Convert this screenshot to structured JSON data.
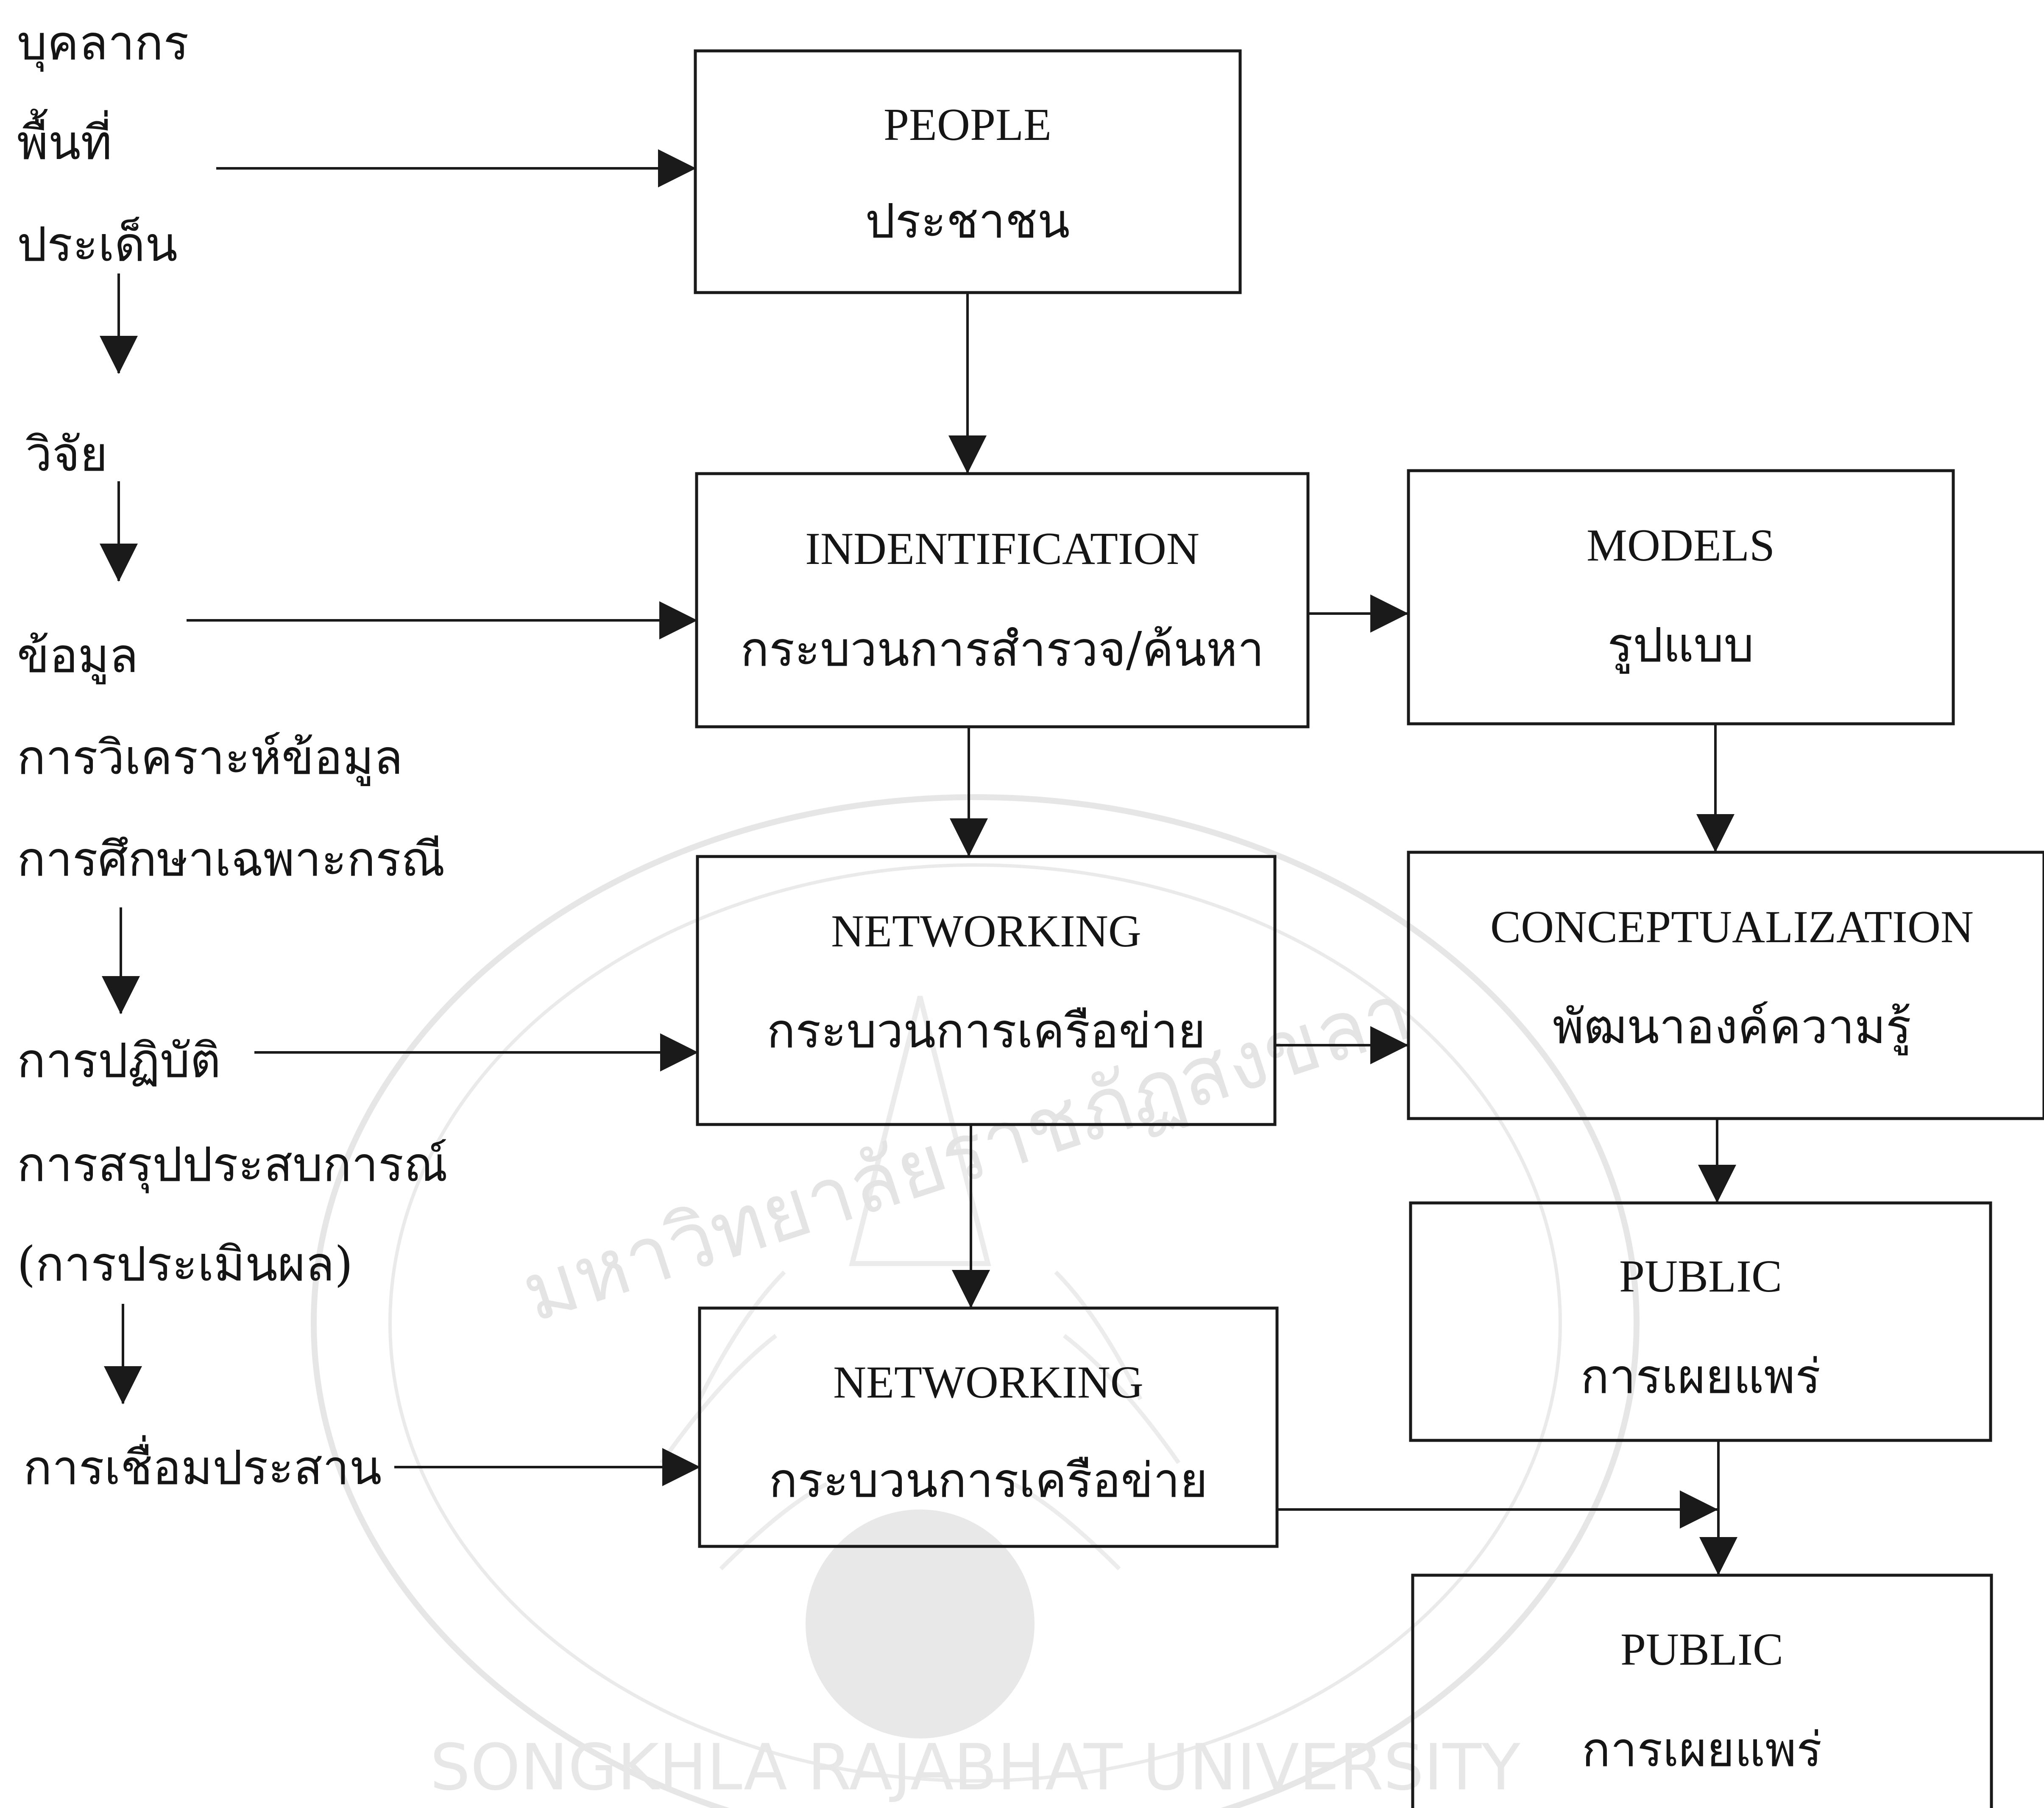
{
  "left_column": [
    "บุคลากร",
    "พื้นที่",
    "ประเด็น",
    "วิจัย",
    "ข้อมูล",
    "การวิเคราะห์ข้อมูล",
    "การศึกษาเฉพาะกรณี",
    "การปฏิบัติ",
    "การสรุปประสบการณ์",
    "(การประเมินผล)",
    "การเชื่อมประสาน"
  ],
  "nodes": [
    {
      "id": "people",
      "en": "PEOPLE",
      "th": "ประชาชน"
    },
    {
      "id": "identification",
      "en": "INDENTIFICATION",
      "th": "กระบวนการสำรวจ/ค้นหา"
    },
    {
      "id": "models",
      "en": "MODELS",
      "th": "รูปแบบ"
    },
    {
      "id": "networking1",
      "en": "NETWORKING",
      "th": "กระบวนการเครือข่าย"
    },
    {
      "id": "conceptualization",
      "en": "CONCEPTUALIZATION",
      "th": "พัฒนาองค์ความรู้"
    },
    {
      "id": "networking2",
      "en": "NETWORKING",
      "th": "กระบวนการเครือข่าย"
    },
    {
      "id": "public1",
      "en": "PUBLIC",
      "th": "การเผยแพร่"
    },
    {
      "id": "public2",
      "en": "PUBLIC",
      "th": "การเผยแพร่"
    }
  ],
  "watermark": {
    "text_top": "มหาวิทยาลัยราชภัฏสงขลา",
    "text_bottom": "SONGKHLA RAJABHAT UNIVERSITY",
    "color": "#c9c9c9"
  }
}
